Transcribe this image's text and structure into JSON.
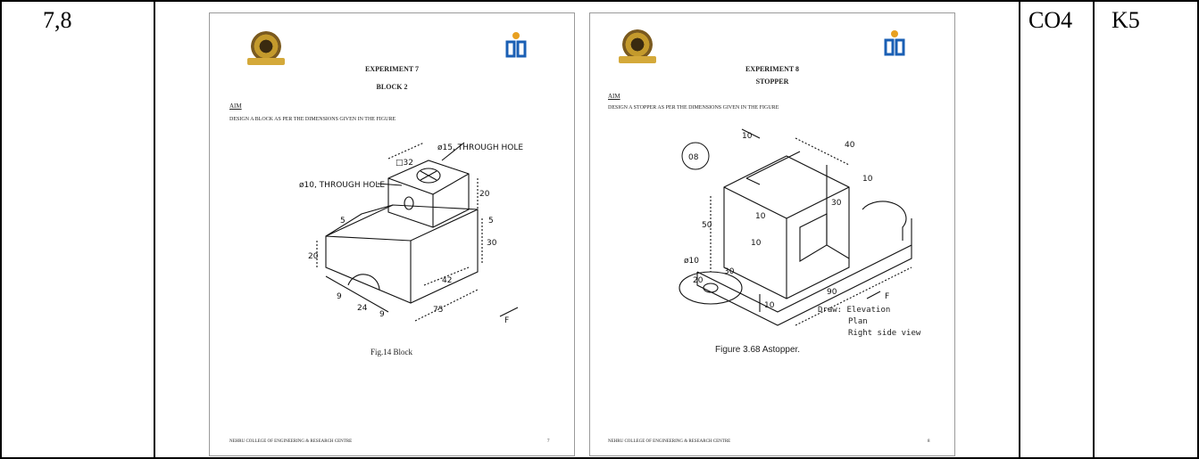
{
  "table": {
    "experiment_numbers": "7,8",
    "course_outcome": "CO4",
    "knowledge_level": "K5"
  },
  "page1": {
    "experiment": "EXPERIMENT 7",
    "title": "BLOCK 2",
    "aim_label": "AIM",
    "aim_text": "DESIGN A BLOCK AS PER THE DIMENSIONS GIVEN IN THE FIGURE",
    "fig_caption": "Fig.14 Block",
    "footer": "NEHRU COLLEGE OF ENGINEERING & RESEARCH CENTRE",
    "page_no": "7",
    "labels": {
      "hole15": "ø15, THROUGH HOLE",
      "hole10": "ø10, THROUGH HOLE",
      "d32": "□32",
      "d20": "20",
      "d5a": "5",
      "d5b": "5",
      "d30": "30",
      "d20b": "20",
      "d42": "42",
      "d9a": "9",
      "d24": "24",
      "d9b": "9",
      "d75": "75",
      "f": "F"
    }
  },
  "page2": {
    "experiment": "EXPERIMENT 8",
    "title": "STOPPER",
    "aim_label": "AIM",
    "aim_text": "DESIGN A STOPPER AS PER THE DIMENSIONS GIVEN IN THE FIGURE",
    "fig_caption": "Figure 3.68   Astopper.",
    "footer": "NEHRU COLLEGE OF ENGINEERING & RESEARCH CENTRE",
    "page_no": "8",
    "badge": "08",
    "draw_label": "Draw: Elevation",
    "draw_plan": "Plan",
    "draw_side": "Right side view",
    "labels": {
      "d10a": "10",
      "d40": "40",
      "d10b": "10",
      "d50": "50",
      "d10c": "10",
      "d30a": "30",
      "d10d": "10",
      "d20": "20",
      "d30b": "30",
      "phi10": "ø10",
      "d10e": "10",
      "d90": "90",
      "f": "F"
    }
  }
}
